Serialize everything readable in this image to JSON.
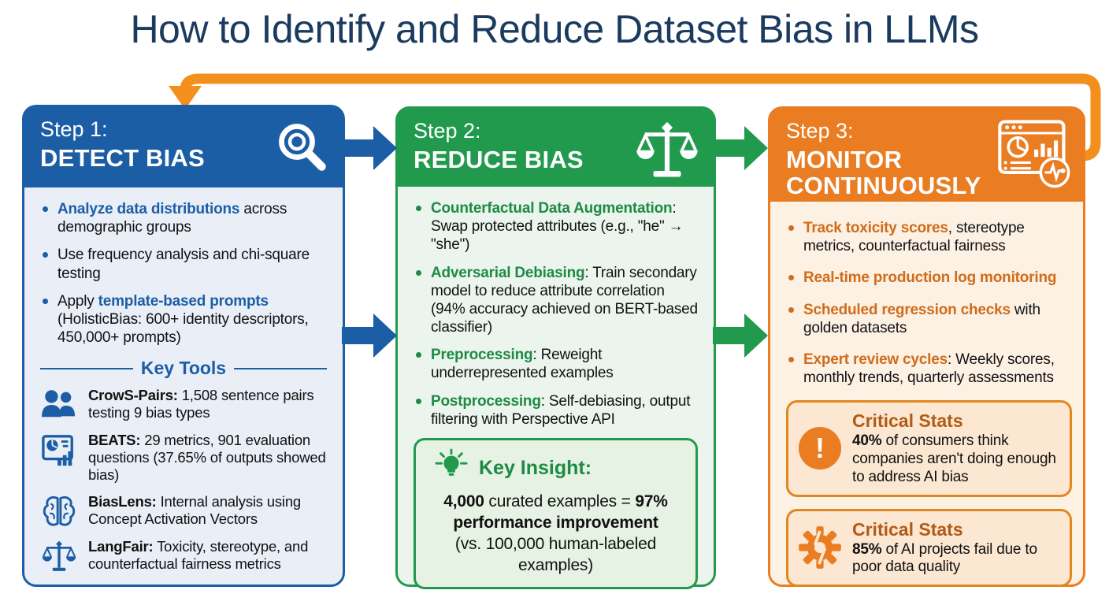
{
  "title": "How to Identify and Reduce Dataset Bias in LLMs",
  "colors": {
    "navy_title": "#1a3a5f",
    "blue": "#1c5ea6",
    "blue_body_bg": "#e9eef7",
    "green": "#229a4e",
    "green_bold_text": "#1e8a44",
    "green_body_bg": "#ebf5ee",
    "orange": "#ea7c22",
    "orange_bold_text": "#d06c1a",
    "orange_body_bg": "#fdf1e4",
    "loop_arrow_orange": "#f3901d",
    "stat_title_brown": "#b45a16"
  },
  "steps": [
    {
      "label": "Step 1:",
      "name": "DETECT BIAS",
      "icon": "magnifier-icon",
      "bullets": [
        {
          "pre": "",
          "bold": "Analyze data distributions",
          "rest": " across demographic groups"
        },
        {
          "pre": "Use frequency analysis and chi-square testing",
          "bold": "",
          "rest": ""
        },
        {
          "pre": "Apply ",
          "bold": "template-based prompts",
          "rest": " (HolisticBias: 600+ identity descriptors, 450,000+ prompts)"
        }
      ],
      "key_tools_title": "Key Tools",
      "tools": [
        {
          "icon": "people-icon",
          "name": "CrowS-Pairs:",
          "desc": " 1,508 sentence pairs testing 9 bias types"
        },
        {
          "icon": "chart-board-icon",
          "name": "BEATS:",
          "desc": " 29 metrics, 901 evaluation questions (37.65% of outputs showed bias)"
        },
        {
          "icon": "brain-icon",
          "name": "BiasLens:",
          "desc": " Internal analysis using Concept Activation Vectors"
        },
        {
          "icon": "scale-icon",
          "name": "LangFair:",
          "desc": " Toxicity, stereotype, and counterfactual fairness metrics"
        }
      ]
    },
    {
      "label": "Step 2:",
      "name": "REDUCE BIAS",
      "icon": "balance-scale-icon",
      "bullets": [
        {
          "pre": "",
          "bold": "Counterfactual Data Augmentation",
          "rest": ": Swap protected attributes (e.g., \"he\" → \"she\")"
        },
        {
          "pre": "",
          "bold": "Adversarial Debiasing",
          "rest": ": Train secondary model to reduce attribute correlation (94% accuracy achieved on BERT-based classifier)"
        },
        {
          "pre": "",
          "bold": "Preprocessing",
          "rest": ": Reweight underrepresented examples"
        },
        {
          "pre": "",
          "bold": "Postprocessing",
          "rest": ": Self-debiasing, output filtering with Perspective API"
        }
      ],
      "insight": {
        "icon": "lightbulb-icon",
        "title": "Key Insight:",
        "line1_bold1": "4,000",
        "line1_mid": " curated examples = ",
        "line1_bold2": "97%",
        "line2_bold": "performance improvement",
        "line3": "(vs. 100,000 human-labeled examples)"
      }
    },
    {
      "label": "Step 3:",
      "name": "MONITOR CONTINUOUSLY",
      "icon": "monitoring-dashboard-icon",
      "bullets": [
        {
          "pre": "",
          "bold": "Track toxicity scores",
          "rest": ", stereotype metrics, counterfactual fairness"
        },
        {
          "pre": "",
          "bold": "Real-time production log monitoring",
          "rest": ""
        },
        {
          "pre": "",
          "bold": "Scheduled regression checks",
          "rest": " with golden datasets"
        },
        {
          "pre": "",
          "bold": "Expert review cycles",
          "rest": ": Weekly scores, monthly trends, quarterly assessments"
        }
      ],
      "stats": [
        {
          "icon": "exclamation-icon",
          "icon_glyph": "!",
          "title": "Critical Stats",
          "bold": "40%",
          "rest": " of consumers think companies aren't doing enough to address AI bias"
        },
        {
          "icon": "broken-gear-icon",
          "title": "Critical Stats",
          "bold": "85%",
          "rest": " of AI projects fail due to poor data quality"
        }
      ]
    }
  ]
}
